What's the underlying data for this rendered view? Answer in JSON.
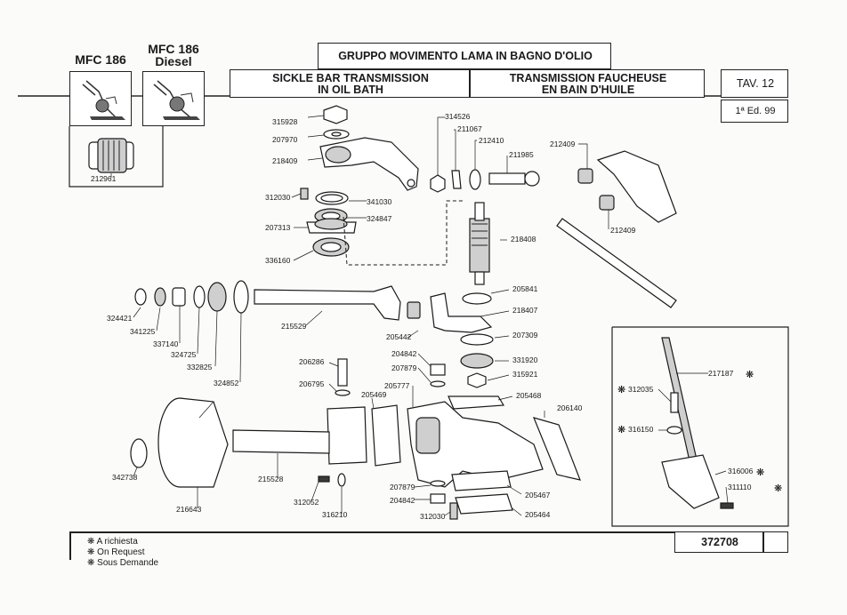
{
  "header": {
    "model_left": "MFC 186",
    "model_right_line1": "MFC 186",
    "model_right_line2": "Diesel",
    "title_it": "GRUPPO MOVIMENTO LAMA IN BAGNO D'OLIO",
    "title_en_line1": "SICKLE BAR TRANSMISSION",
    "title_en_line2": "IN OIL BATH",
    "title_fr_line1": "TRANSMISSION FAUCHEUSE",
    "title_fr_line2": "EN BAIN D'HUILE",
    "table_no": "TAV. 12",
    "edition": "1ª Ed. 99"
  },
  "parts": {
    "p315928": "315928",
    "p207970": "207970",
    "p218409": "218409",
    "p312030a": "312030",
    "p341030": "341030",
    "p324847": "324847",
    "p207313": "207313",
    "p336160": "336160",
    "p314526": "314526",
    "p211067": "211067",
    "p212410": "212410",
    "p211985": "211985",
    "p218408": "218408",
    "p212409a": "212409",
    "p212409b": "212409",
    "p212961": "212961",
    "p324421": "324421",
    "p341225": "341225",
    "p337140": "337140",
    "p324725": "324725",
    "p332825": "332825",
    "p324852": "324852",
    "p215529": "215529",
    "p205442": "205442",
    "p205841": "205841",
    "p218407": "218407",
    "p207309": "207309",
    "p204842a": "204842",
    "p207879a": "207879",
    "p331920": "331920",
    "p315921": "315921",
    "p206286": "206286",
    "p206795": "206795",
    "p205469": "205469",
    "p205777": "205777",
    "p205468": "205468",
    "p206140": "206140",
    "p342738": "342738",
    "p216643": "216643",
    "p215528": "215528",
    "p312052": "312052",
    "p316210": "316210",
    "p207879b": "207879",
    "p204842b": "204842",
    "p205467": "205467",
    "p312030b": "312030",
    "p205464": "205464",
    "p217187": "217187",
    "p312035": "312035",
    "p316150": "316150",
    "p316006": "316006",
    "p311110": "311110"
  },
  "legend": {
    "symbol": "❋",
    "it": "A richiesta",
    "en": "On Request",
    "fr": "Sous Demande"
  },
  "footer": {
    "code": "372708"
  }
}
